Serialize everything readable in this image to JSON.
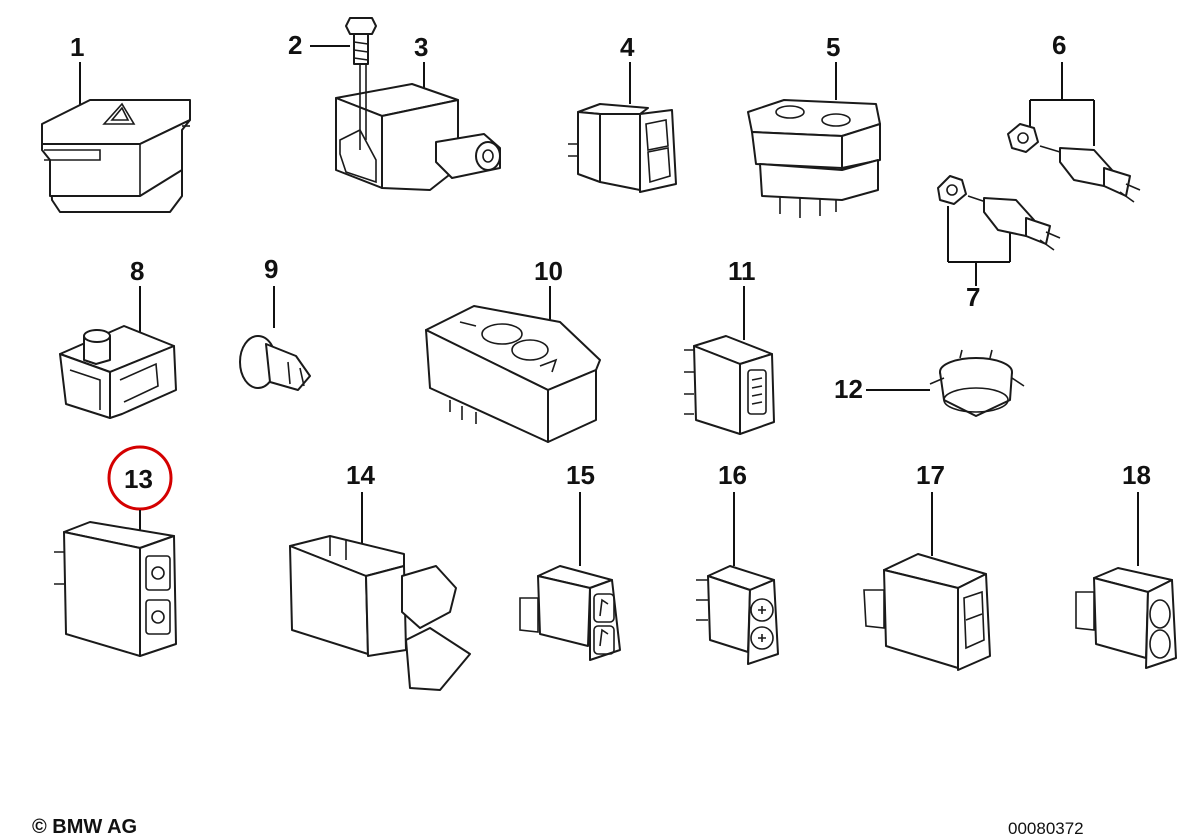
{
  "copyright": "© BMW AG",
  "diagram_number": "00080372",
  "highlight_color": "#d40000",
  "highlighted_part": "13",
  "parts": [
    {
      "number": "1"
    },
    {
      "number": "2"
    },
    {
      "number": "3"
    },
    {
      "number": "4"
    },
    {
      "number": "5"
    },
    {
      "number": "6"
    },
    {
      "number": "7"
    },
    {
      "number": "8"
    },
    {
      "number": "9"
    },
    {
      "number": "10"
    },
    {
      "number": "11"
    },
    {
      "number": "12"
    },
    {
      "number": "13"
    },
    {
      "number": "14"
    },
    {
      "number": "15"
    },
    {
      "number": "16"
    },
    {
      "number": "17"
    },
    {
      "number": "18"
    }
  ]
}
